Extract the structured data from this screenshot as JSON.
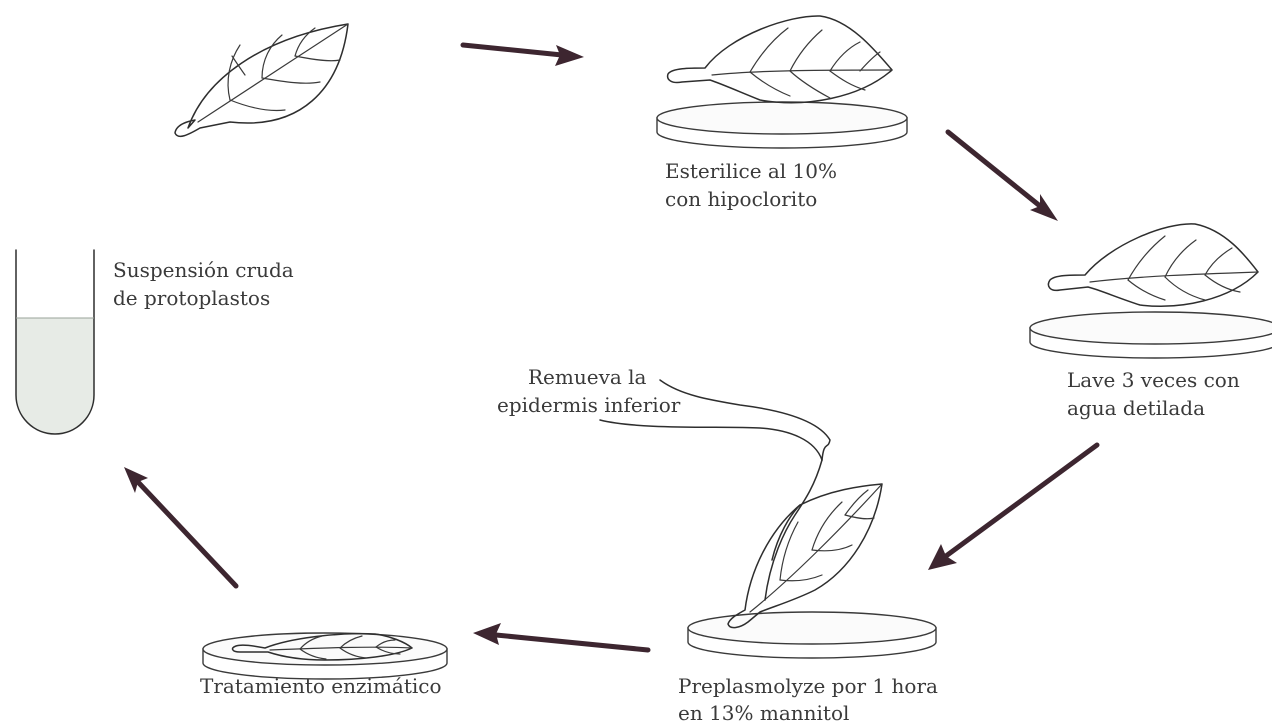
{
  "steps": {
    "sterilize": {
      "line1": "Esterilice al 10%",
      "line2": "con hipoclorito"
    },
    "wash": {
      "line1": "Lave 3 veces con",
      "line2": "agua detilada"
    },
    "preplasmolyze": {
      "line1": "Preplasmolyze por 1 hora",
      "line2": "en 13% mannitol"
    },
    "enzymatic": {
      "line1": "Tratamiento enzimático"
    },
    "suspension": {
      "line1": "Suspensión cruda",
      "line2": "de protoplastos"
    }
  },
  "annotation": {
    "line1": "Remueva la",
    "line2": "epidermis inferior"
  },
  "colors": {
    "arrow": "#3d2630",
    "ink": "#2e2e2e",
    "text": "#3a3a3a"
  }
}
